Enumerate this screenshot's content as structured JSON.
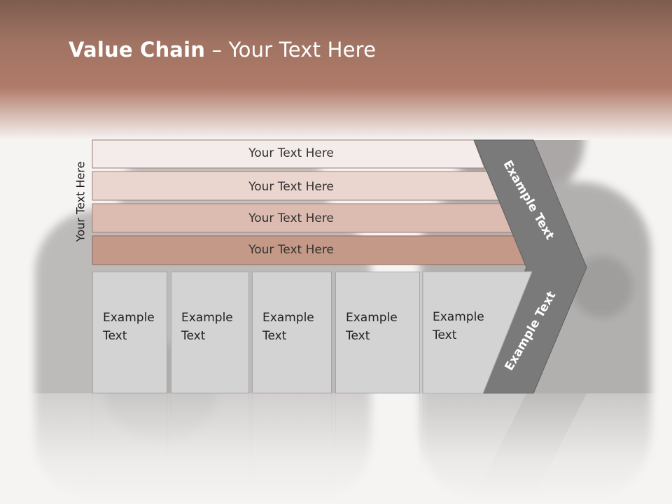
{
  "slide": {
    "title_bold": "Value Chain",
    "title_rest": " – Your Text Here",
    "side_label": "Your Text Here"
  },
  "rows": [
    {
      "label": "Your Text Here",
      "color": "#f4ecea"
    },
    {
      "label": "Your Text Here",
      "color": "#ead5cf"
    },
    {
      "label": "Your Text Here",
      "color": "#dcbcb1"
    },
    {
      "label": "Your Text Here",
      "color": "#c49987"
    }
  ],
  "boxes": [
    {
      "label": "Example\nText"
    },
    {
      "label": "Example\nText"
    },
    {
      "label": "Example\nText"
    },
    {
      "label": "Example\nText"
    },
    {
      "label": "Example\nText"
    }
  ],
  "arrow": {
    "upper_label": "Example Text",
    "lower_label": "Example Text",
    "color": "#7a7a7a"
  },
  "colors": {
    "header": "#b07a68",
    "box_fill": "#d3d3d3"
  }
}
